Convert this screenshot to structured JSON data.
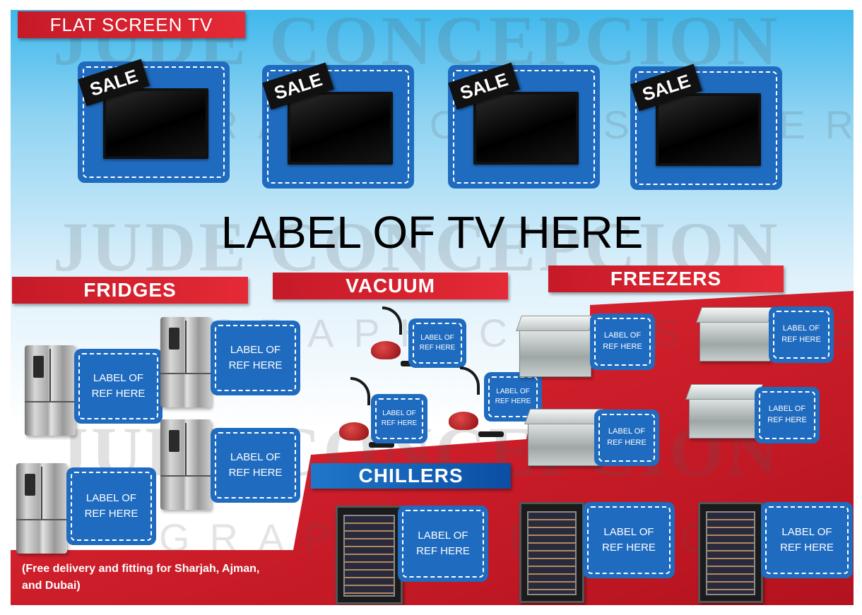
{
  "watermark": {
    "main": "JUDE CONCEPCION",
    "sub": "GRAPHIC DESIGNER"
  },
  "sections": {
    "flat_screen_tv": "FLAT SCREEN TV",
    "fridges": "FRIDGES",
    "vacuum": "VACUUM",
    "freezers": "FREEZERS",
    "chillers": "CHILLERS"
  },
  "sale_tag": "SALE",
  "tv_label": "LABEL OF TV HERE",
  "ref_label_line1": "LABEL OF",
  "ref_label_line2": "REF HERE",
  "delivery_note": "(Free delivery and fitting for Sharjah, Ajman, and Dubai)",
  "colors": {
    "accent_red": "#d91f2b",
    "frame_blue": "#1f6bbf",
    "sky_blue": "#3fb8ec"
  }
}
